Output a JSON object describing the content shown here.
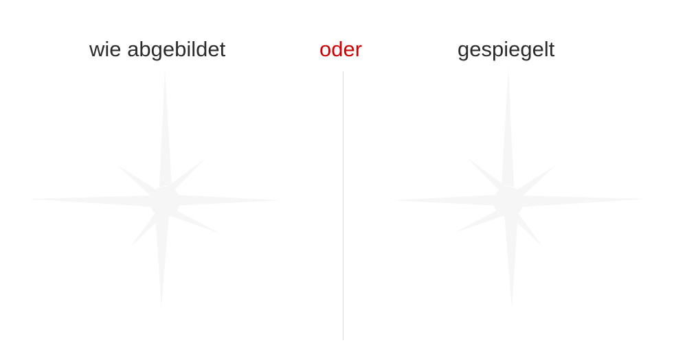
{
  "options": {
    "left_label": "wie abgebildet",
    "separator": "oder",
    "right_label": "gespiegelt"
  },
  "colors": {
    "label_text": "#2b2b2b",
    "separator_text": "#cc0000",
    "divider": "#dcdcdc",
    "figure_fill": "#f6f6f6"
  }
}
